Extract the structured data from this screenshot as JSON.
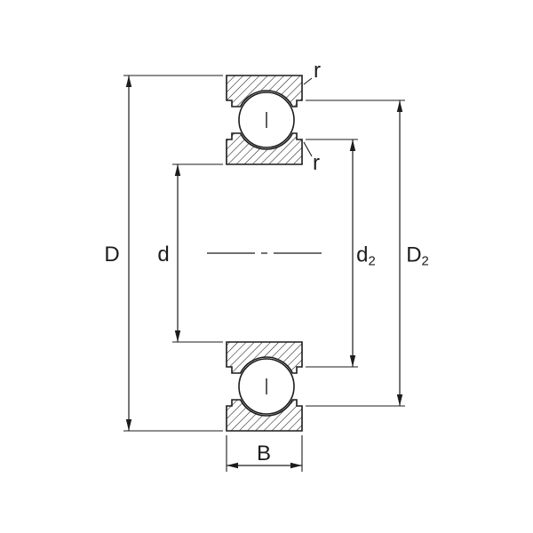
{
  "figure": {
    "type": "bearing-cross-section-dimension-drawing",
    "line_color": "#1c1c1c",
    "background_color": "#ffffff"
  },
  "labels": {
    "outer_diameter": "D",
    "bore_diameter": "d",
    "inner_shoulder_main": "d",
    "inner_shoulder_sub": "2",
    "outer_shoulder_main": "D",
    "outer_shoulder_sub": "2",
    "width": "B",
    "chamfer_outer": "r",
    "chamfer_inner": "r"
  }
}
